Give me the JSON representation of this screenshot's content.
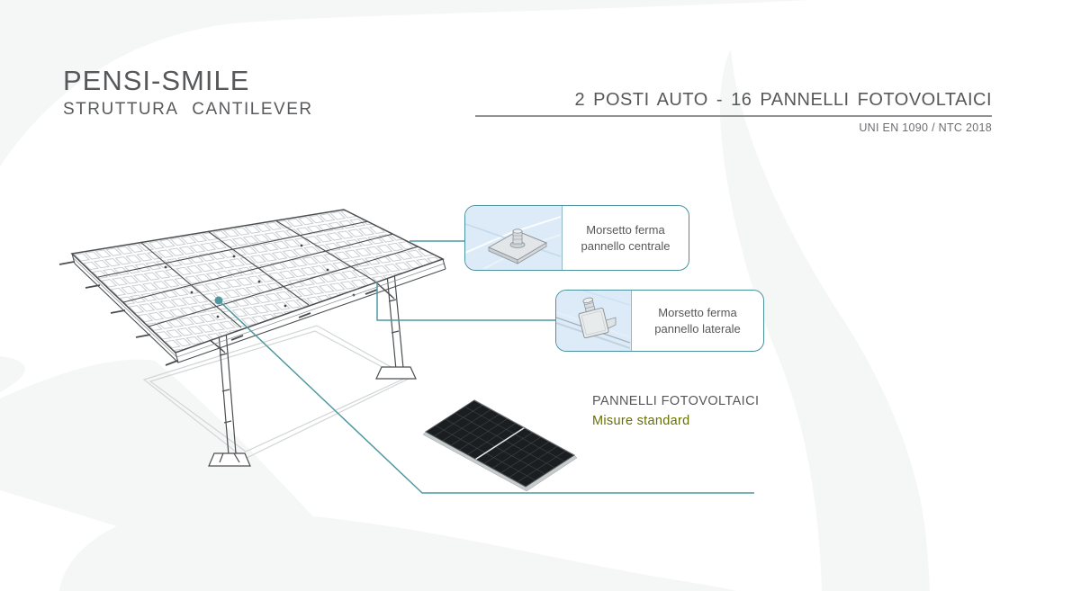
{
  "colors": {
    "accent_teal": "#4F98A2",
    "callout_border": "#4A929C",
    "callout_fill": "#DCEBF7",
    "text_dark": "#57585A",
    "text_muted": "#6D6E71",
    "olive_green": "#687000",
    "watermark_gray": "#F5F6F6"
  },
  "header": {
    "product_name": "PENSI-SMILE",
    "product_type": "STRUTTURA CANTILEVER",
    "spec_title": "2 POSTI AUTO - 16 PANNELLI FOTOVOLTAICI",
    "standards": "UNI EN 1090 / NTC 2018"
  },
  "callouts": [
    {
      "icon": "clamp-central-icon",
      "line1": "Morsetto ferma",
      "line2": "pannello centrale"
    },
    {
      "icon": "clamp-lateral-icon",
      "line1": "Morsetto ferma",
      "line2": "pannello laterale"
    }
  ],
  "panel_note": {
    "title": "PANNELLI FOTOVOLTAICI",
    "subtitle": "Misure standard"
  },
  "diagram": {
    "subject": "carport-cantilever-isometric-wireframe",
    "panel_grid": "4x4",
    "panels_total": 16
  }
}
